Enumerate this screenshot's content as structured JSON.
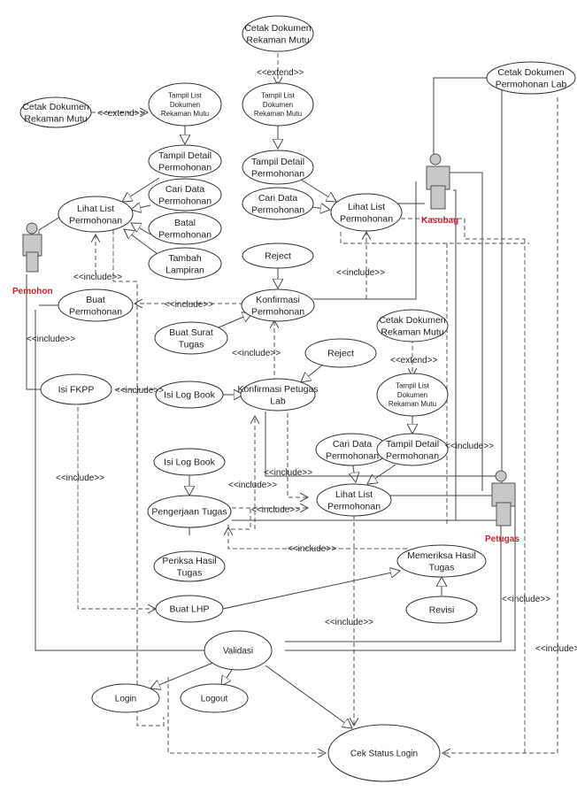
{
  "diagram": {
    "type": "use-case",
    "accent_actor_label_color": "#d0202a",
    "actor_fill": "#c8c8c8",
    "actors": [
      {
        "id": "pemohon",
        "label": "Pemohon"
      },
      {
        "id": "kasubag",
        "label": "Kasubag"
      },
      {
        "id": "petugas",
        "label": "Petugas"
      }
    ],
    "use_cases": [
      {
        "id": "uc_cetak_rm_left",
        "lines": [
          "Cetak Dokumen",
          "Rekaman Mutu"
        ]
      },
      {
        "id": "uc_tampil_list_rm_left",
        "lines": [
          "Tampil List",
          "Dokumen",
          "Rekaman Mutu"
        ]
      },
      {
        "id": "uc_tampil_detail_left",
        "lines": [
          "Tampil Detail",
          "Permohonan"
        ]
      },
      {
        "id": "uc_cari_data_left",
        "lines": [
          "Cari Data",
          "Permohonan"
        ]
      },
      {
        "id": "uc_batal",
        "lines": [
          "Batal",
          "Permohonan"
        ]
      },
      {
        "id": "uc_tambah_lampiran",
        "lines": [
          "Tambah",
          "Lampiran"
        ]
      },
      {
        "id": "uc_lihat_list_left",
        "lines": [
          "Lihat List",
          "Permohonan"
        ]
      },
      {
        "id": "uc_buat_permohonan",
        "lines": [
          "Buat",
          "Permohonan"
        ]
      },
      {
        "id": "uc_isi_fkpp",
        "lines": [
          "Isi FKPP"
        ]
      },
      {
        "id": "uc_cetak_rm_top",
        "lines": [
          "Cetak Dokumen",
          "Rekaman Mutu"
        ]
      },
      {
        "id": "uc_tampil_list_rm_top",
        "lines": [
          "Tampil List",
          "Dokumen",
          "Rekaman Mutu"
        ]
      },
      {
        "id": "uc_tampil_detail_top",
        "lines": [
          "Tampil Detail",
          "Permohonan"
        ]
      },
      {
        "id": "uc_cari_data_top",
        "lines": [
          "Cari Data",
          "Permohonan"
        ]
      },
      {
        "id": "uc_lihat_list_kasubag",
        "lines": [
          "Lihat List",
          "Permohonan"
        ]
      },
      {
        "id": "uc_cetak_permohonan_lab",
        "lines": [
          "Cetak Dokumen",
          "Permohonan Lab"
        ]
      },
      {
        "id": "uc_reject_1",
        "lines": [
          "Reject"
        ]
      },
      {
        "id": "uc_konfirmasi_permohonan",
        "lines": [
          "Konfirmasi",
          "Permohonan"
        ]
      },
      {
        "id": "uc_buat_surat_tugas",
        "lines": [
          "Buat Surat",
          "Tugas"
        ]
      },
      {
        "id": "uc_reject_2",
        "lines": [
          "Reject"
        ]
      },
      {
        "id": "uc_isi_log_book_1",
        "lines": [
          "Isi Log Book"
        ]
      },
      {
        "id": "uc_konfirmasi_petugas_lab",
        "lines": [
          "Konfirmasi Petugas",
          "Lab"
        ]
      },
      {
        "id": "uc_cetak_rm_mid",
        "lines": [
          "Cetak Dokumen",
          "Rekaman Mutu"
        ]
      },
      {
        "id": "uc_tampil_list_rm_mid",
        "lines": [
          "Tampil List",
          "Dokumen",
          "Rekaman Mutu"
        ]
      },
      {
        "id": "uc_cari_data_mid",
        "lines": [
          "Cari Data",
          "Permohonan"
        ]
      },
      {
        "id": "uc_tampil_detail_mid",
        "lines": [
          "Tampil Detail",
          "Permohonan"
        ]
      },
      {
        "id": "uc_lihat_list_petugas",
        "lines": [
          "Lihat List",
          "Permohonan"
        ]
      },
      {
        "id": "uc_isi_log_book_2",
        "lines": [
          "Isi Log Book"
        ]
      },
      {
        "id": "uc_pengerjaan_tugas",
        "lines": [
          "Pengerjaan Tugas"
        ]
      },
      {
        "id": "uc_periksa_hasil",
        "lines": [
          "Periksa Hasil",
          "Tugas"
        ]
      },
      {
        "id": "uc_buat_lhp",
        "lines": [
          "Buat LHP"
        ]
      },
      {
        "id": "uc_memeriksa_hasil",
        "lines": [
          "Memeriksa Hasil",
          "Tugas"
        ]
      },
      {
        "id": "uc_revisi",
        "lines": [
          "Revisi"
        ]
      },
      {
        "id": "uc_validasi",
        "lines": [
          "Validasi"
        ]
      },
      {
        "id": "uc_login",
        "lines": [
          "Login"
        ]
      },
      {
        "id": "uc_logout",
        "lines": [
          "Logout"
        ]
      },
      {
        "id": "uc_cek_status_login",
        "lines": [
          "Cek Status Login"
        ]
      }
    ],
    "relation_labels": {
      "extend": "<<extend>>",
      "include": "<<include>>"
    }
  }
}
